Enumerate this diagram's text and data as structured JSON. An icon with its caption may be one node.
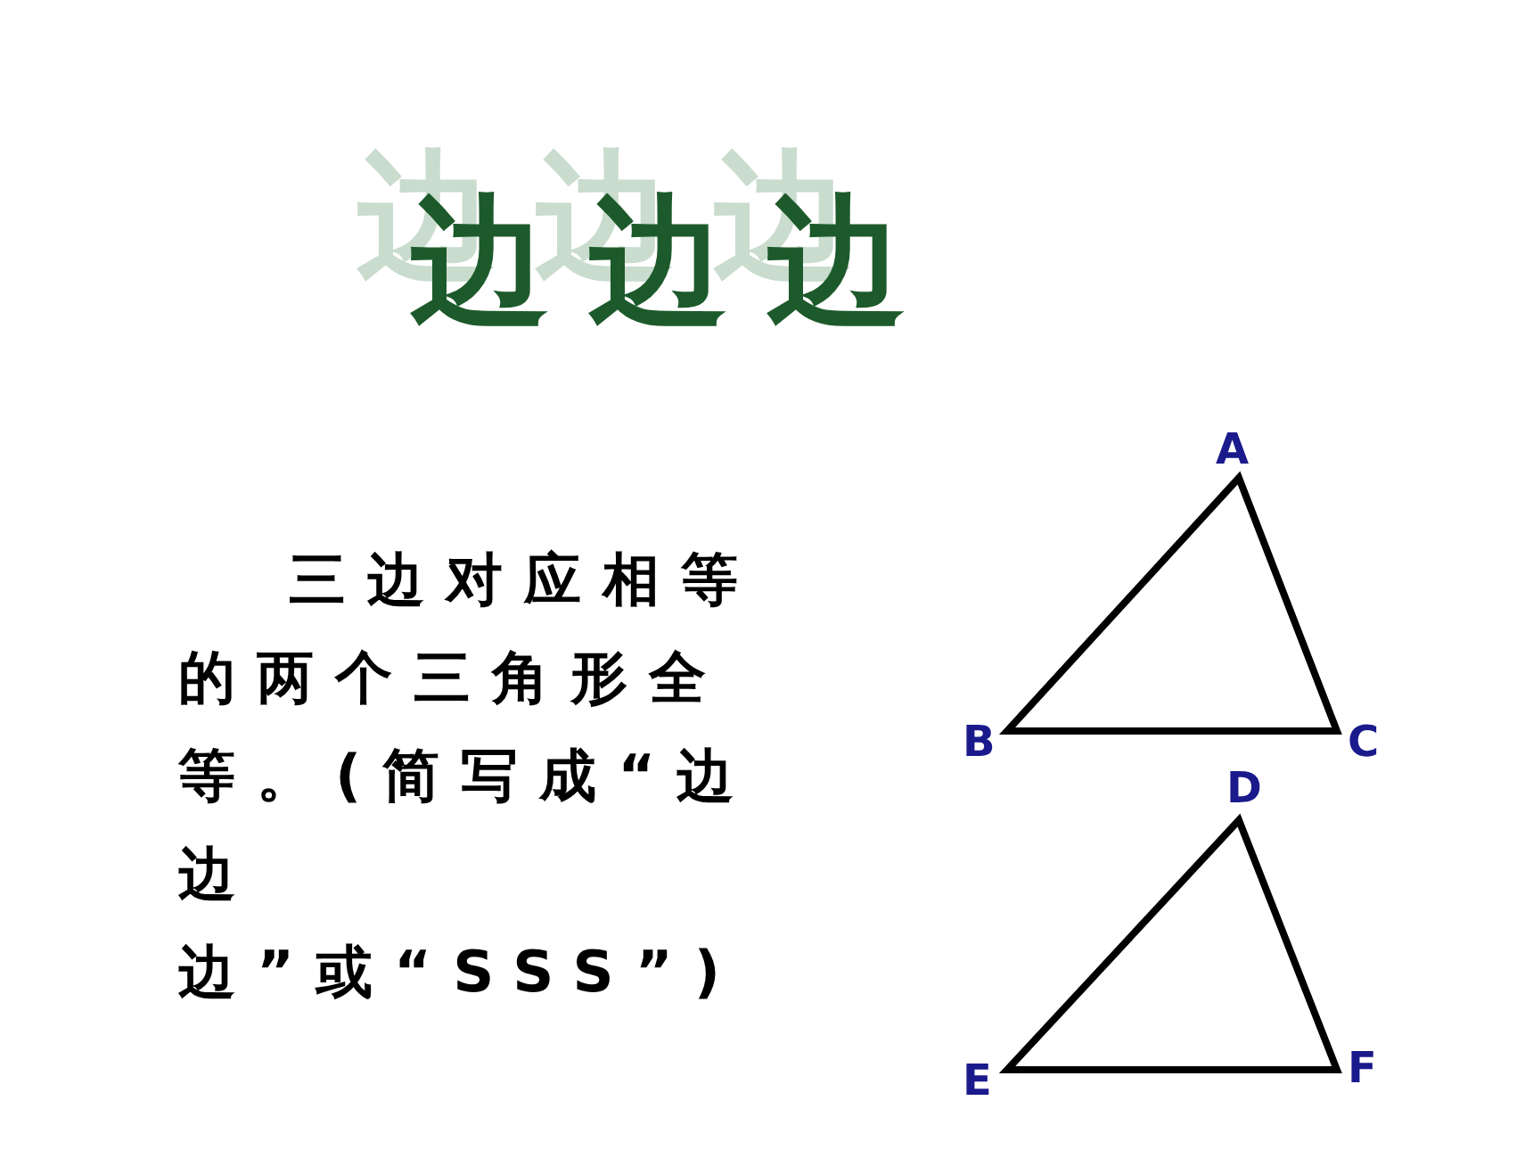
{
  "diagram": {
    "title": "边边边",
    "labels": [
      "**三边**对应相等的两个三角形全等。(简写成“**边边边**”或“**SSS**”)",
      "A",
      "B",
      "C",
      "D",
      "E",
      "F"
    ]
  }
}
